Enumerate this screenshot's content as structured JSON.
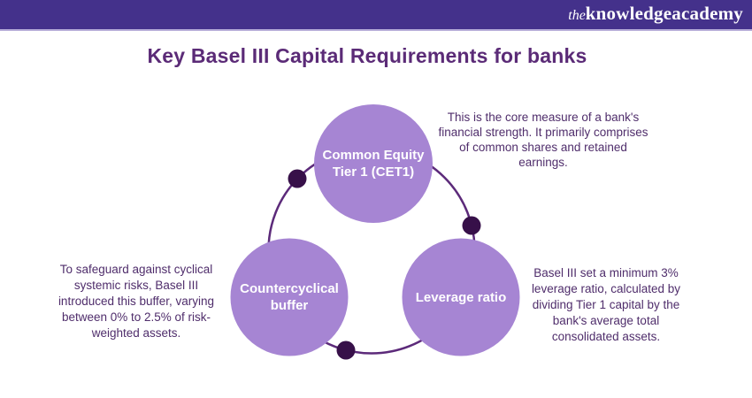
{
  "header": {
    "logo_the": "the",
    "logo_knowledge": "knowledge",
    "logo_academy": "academy"
  },
  "title": "Key Basel III Capital Requirements for banks",
  "colors": {
    "header_bg": "#44318B",
    "header_line": "#b7aed9",
    "title": "#5B2B77",
    "circle_fill": "#A685D3",
    "ring_stroke": "#5C2A7A",
    "dot_fill": "#371049",
    "body_text": "#4F2D6B"
  },
  "nodes": [
    {
      "id": "cet1",
      "label": "Common Equity\nTier 1 (CET1)",
      "description": "This is the core measure of a bank's\nfinancial strength. It primarily comprises\nof common shares and retained\nearnings."
    },
    {
      "id": "countercyclical-buffer",
      "label": "Countercyclical\nbuffer",
      "description": "To safeguard against cyclical\nsystemic risks, Basel III\nintroduced this buffer, varying\nbetween 0% to 2.5% of risk-\nweighted assets."
    },
    {
      "id": "leverage-ratio",
      "label": "Leverage ratio",
      "description": "Basel III set a minimum 3%\nleverage ratio, calculated by\ndividing Tier 1 capital by the\nbank's average total\nconsolidated assets."
    }
  ]
}
